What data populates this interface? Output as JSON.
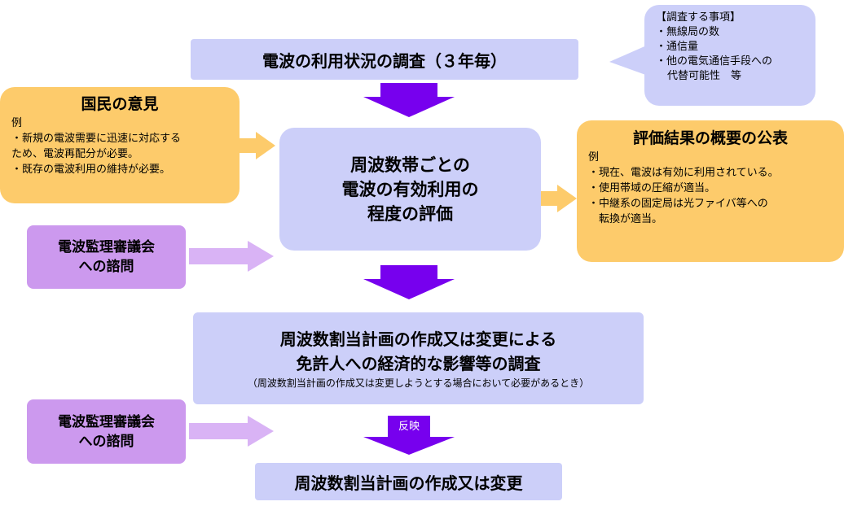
{
  "callout": {
    "title": "【調査する事項】",
    "items": [
      "・無線局の数",
      "・通信量",
      "・他の電気通信手段への",
      "代替可能性　等"
    ]
  },
  "survey": {
    "title": "電波の利用状況の調査（３年毎）"
  },
  "opinion": {
    "title": "国民の意見",
    "example_label": "例",
    "items": [
      "・新規の電波需要に迅速に対応する",
      "ため、電波再配分が必要。",
      "・既存の電波利用の維持が必要。"
    ]
  },
  "evaluation": {
    "lines": [
      "周波数帯ごとの",
      "電波の有効利用の",
      "程度の評価"
    ]
  },
  "results": {
    "title": "評価結果の概要の公表",
    "example_label": "例",
    "items": [
      "・現在、電波は有効に利用されている。",
      "・使用帯域の圧縮が適当。",
      "・中継系の固定局は光ファイバ等への",
      "転換が適当。"
    ]
  },
  "council1": {
    "lines": [
      "電波監理審議会",
      "への諮問"
    ]
  },
  "impact": {
    "lines": [
      "周波数割当計画の作成又は変更による",
      "免許人への経済的な影響等の調査"
    ],
    "note": "（周波数割当計画の作成又は変更しようとする場合において必要があるとき）"
  },
  "council2": {
    "lines": [
      "電波監理審議会",
      "への諮問"
    ]
  },
  "reflect_label": "反映",
  "final": {
    "title": "周波数割当計画の作成又は変更"
  },
  "colors": {
    "lavender": "#cccff9",
    "orange": "#fdcb6b",
    "purple_box": "#cc99ee",
    "purple_arrow": "#7700ee",
    "light_purple_arrow": "#d9b3f5"
  }
}
